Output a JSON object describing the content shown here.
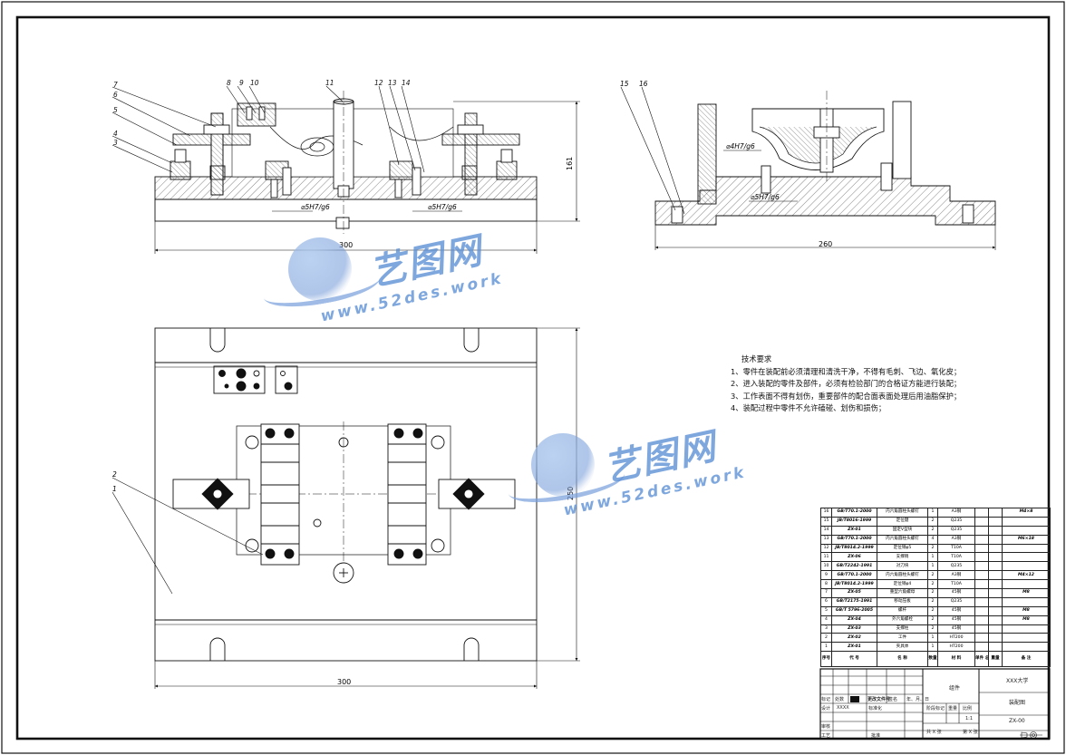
{
  "dimensions": {
    "front_length": "300",
    "front_height": "161",
    "front_fit_left": "⌀5H7/g6",
    "front_fit_right": "⌀5H7/g6",
    "side_length": "260",
    "side_fit_top": "⌀4H7/g6",
    "side_fit_bottom": "⌀5H7/g6",
    "plan_length": "300",
    "plan_width": "250"
  },
  "leaders": {
    "front_left": [
      "7",
      "6",
      "5",
      "4",
      "3"
    ],
    "front_top": [
      "8",
      "9",
      "10",
      "11",
      "12",
      "13",
      "14"
    ],
    "side_top": [
      "15",
      "16"
    ],
    "plan": [
      "2",
      "1"
    ]
  },
  "tech_requirements": {
    "title": "技术要求",
    "items": [
      "1、零件在装配前必须清理和清洗干净，不得有毛刺、飞边、氧化皮；",
      "2、进入装配的零件及部件，必须有检验部门的合格证方能进行装配；",
      "3、工作表面不得有划伤，重要部件的配合面表面处理后用油脂保护；",
      "4、装配过程中零件不允许磕碰、划伤和损伤；"
    ]
  },
  "watermark": {
    "brand": "艺图网",
    "url": "www.52des.work"
  },
  "bom": {
    "rows": [
      {
        "no": "16",
        "code": "GB/T70.1-2000",
        "name": "内六角圆柱头螺钉",
        "qty": "1",
        "mat": "A3钢",
        "note": "M4×8"
      },
      {
        "no": "15",
        "code": "JB/T8016-1999",
        "name": "定位键",
        "qty": "2",
        "mat": "Q235",
        "note": ""
      },
      {
        "no": "14",
        "code": "ZX-01",
        "name": "固定V型块",
        "qty": "2",
        "mat": "Q235",
        "note": ""
      },
      {
        "no": "13",
        "code": "GB/T70.1-2000",
        "name": "内六角圆柱头螺钉",
        "qty": "4",
        "mat": "A3钢",
        "note": "M6×18"
      },
      {
        "no": "12",
        "code": "JB/T8014.2-1999",
        "name": "定位销φ5",
        "qty": "2",
        "mat": "T10A",
        "note": ""
      },
      {
        "no": "11",
        "code": "ZX-06",
        "name": "支撑销",
        "qty": "1",
        "mat": "T10A",
        "note": ""
      },
      {
        "no": "10",
        "code": "GB/T2242-1991",
        "name": "对刀块",
        "qty": "1",
        "mat": "Q235",
        "note": ""
      },
      {
        "no": "9",
        "code": "GB/T70.1-2000",
        "name": "内六角圆柱头螺钉",
        "qty": "2",
        "mat": "A3钢",
        "note": "M4×12"
      },
      {
        "no": "8",
        "code": "JB/T8014.2-1999",
        "name": "定位销φ4",
        "qty": "2",
        "mat": "T10A",
        "note": ""
      },
      {
        "no": "7",
        "code": "ZX-05",
        "name": "重型六角螺母",
        "qty": "2",
        "mat": "45钢",
        "note": "M8"
      },
      {
        "no": "6",
        "code": "GB/T2175-1991",
        "name": "移动压板",
        "qty": "2",
        "mat": "Q235",
        "note": ""
      },
      {
        "no": "5",
        "code": "GB/T 5796-2005",
        "name": "螺杆",
        "qty": "2",
        "mat": "45钢",
        "note": "M8"
      },
      {
        "no": "4",
        "code": "ZX-04",
        "name": "外六角螺栓",
        "qty": "2",
        "mat": "45钢",
        "note": "M8"
      },
      {
        "no": "3",
        "code": "ZX-03",
        "name": "支撑柱",
        "qty": "2",
        "mat": "45钢",
        "note": ""
      },
      {
        "no": "2",
        "code": "ZX-02",
        "name": "工件",
        "qty": "1",
        "mat": "HT200",
        "note": ""
      },
      {
        "no": "1",
        "code": "ZX-01",
        "name": "夹具体",
        "qty": "1",
        "mat": "HT200",
        "note": ""
      }
    ],
    "header": {
      "no": "序号",
      "code": "代  号",
      "name": "名  称",
      "qty": "数量",
      "mat": "材  料",
      "weight": "单件 总计",
      "weight2": "重量",
      "note": "备  注"
    }
  },
  "title_block": {
    "group": "组件",
    "school": "XXX大学",
    "drawing_name": "装配图",
    "drawing_no": "ZX-00",
    "scale_label": "比例",
    "scale": "1:1",
    "weight_label": "重量",
    "stage_label": "阶段标记",
    "sheet_total": "共 X 张",
    "sheet_no": "第 X 张",
    "design_label": "设计",
    "design_value": "XXXX",
    "standardize_label": "标准化",
    "review_label": "审核",
    "process_label": "工艺",
    "approve_label": "批准",
    "mark_label": "标记",
    "count_label": "处数",
    "zone_label": "分区",
    "change_label": "更改文件号",
    "sign_label": "签名",
    "date_label": "年、月、日"
  }
}
